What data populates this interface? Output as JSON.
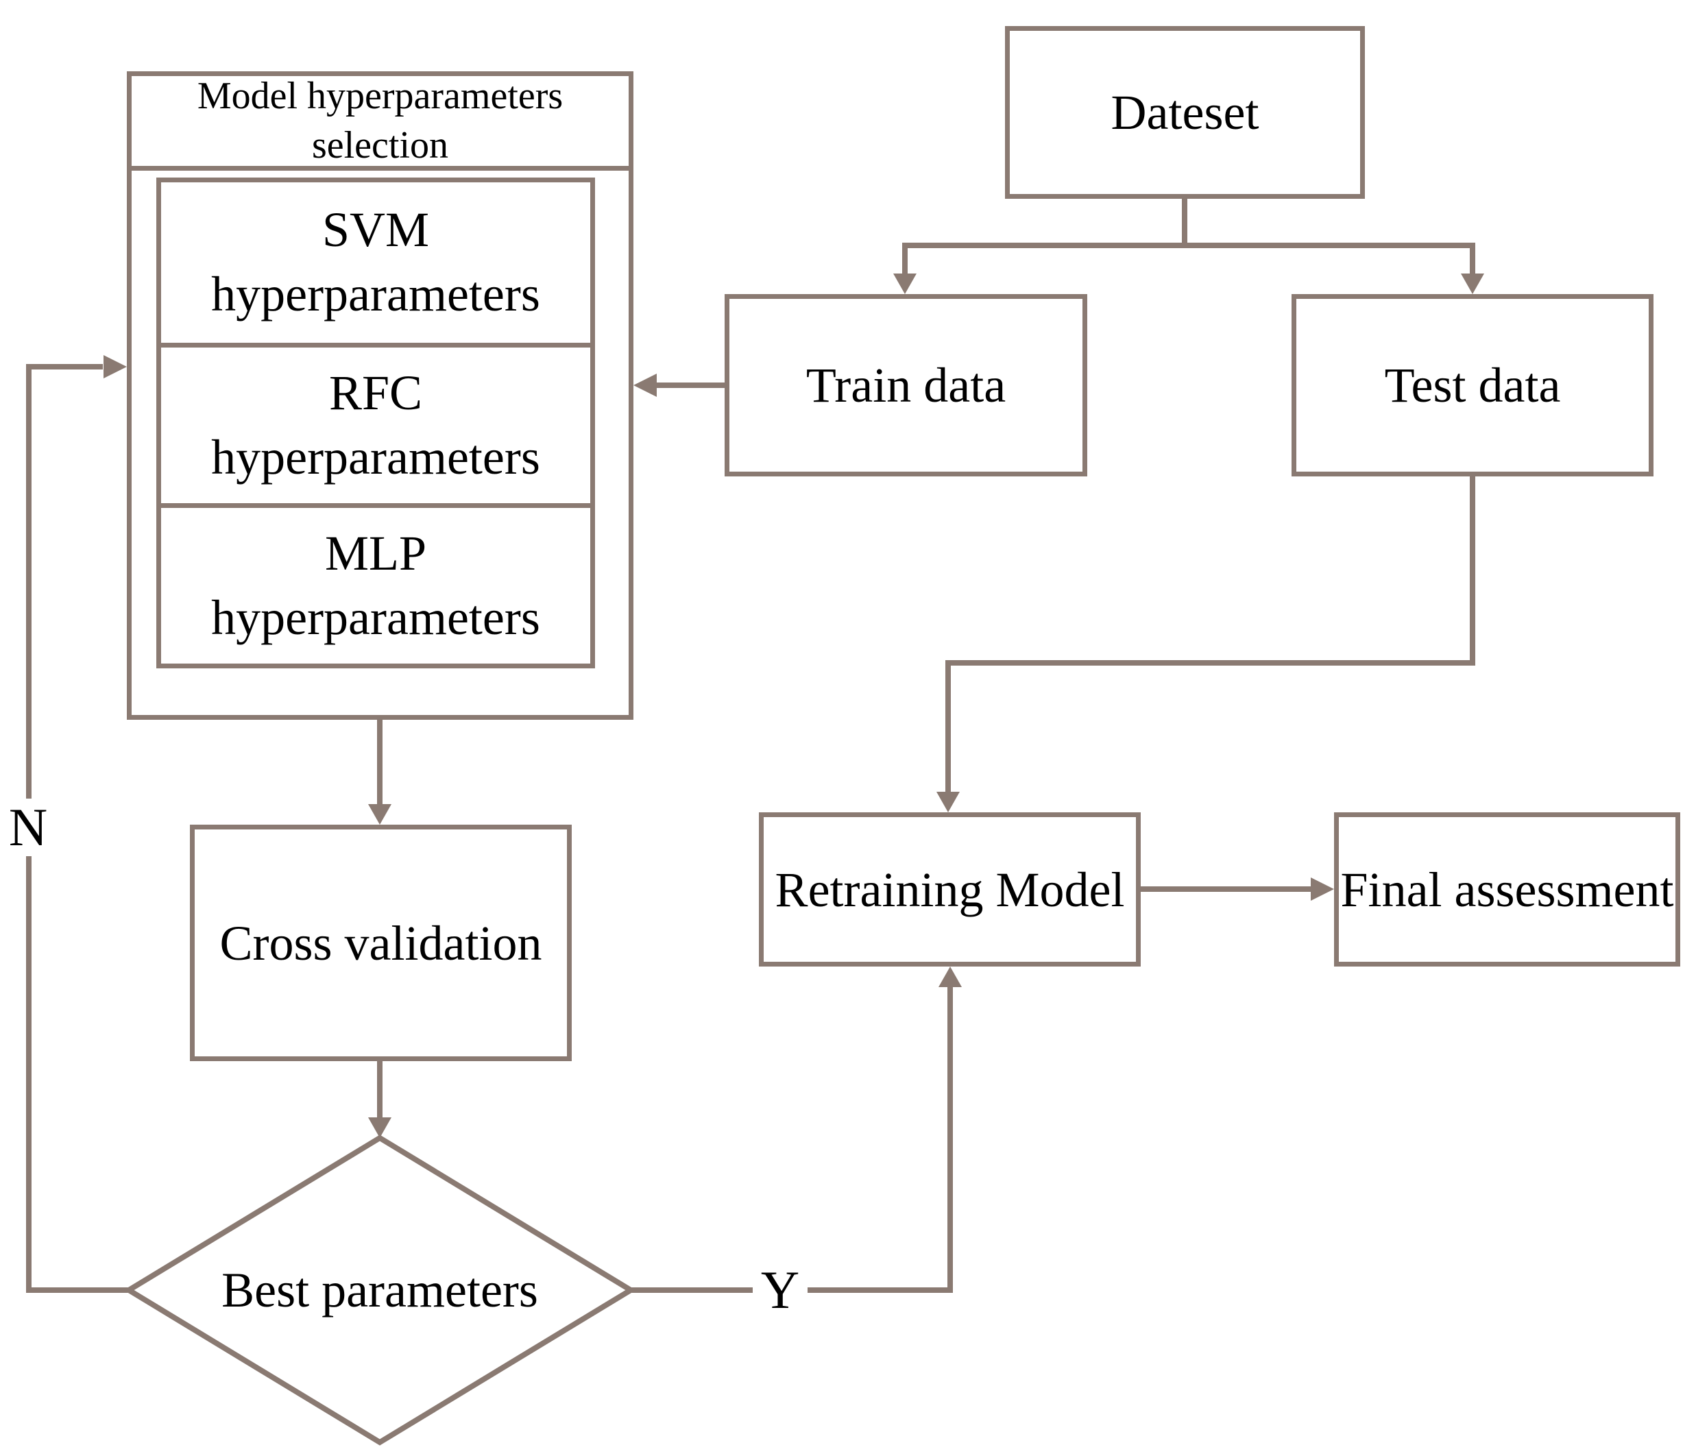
{
  "diagram": {
    "type": "flowchart",
    "line_color": "#8a7a72",
    "text_color": "#000000",
    "background_color": "#ffffff"
  },
  "nodes": {
    "dataset": {
      "label": "Dateset"
    },
    "train_data": {
      "label": "Train data"
    },
    "test_data": {
      "label": "Test data"
    },
    "model_hyperparameters": {
      "title": "Model hyperparameters selection",
      "items": [
        {
          "label": "SVM hyperparameters"
        },
        {
          "label": "RFC hyperparameters"
        },
        {
          "label": "MLP hyperparameters"
        }
      ]
    },
    "cross_validation": {
      "label": "Cross validation"
    },
    "best_parameters": {
      "label": "Best parameters"
    },
    "retraining_model": {
      "label": "Retraining Model"
    },
    "final_assessment": {
      "label": "Final assessment"
    }
  },
  "edge_labels": {
    "yes": "Y",
    "no": "N"
  }
}
